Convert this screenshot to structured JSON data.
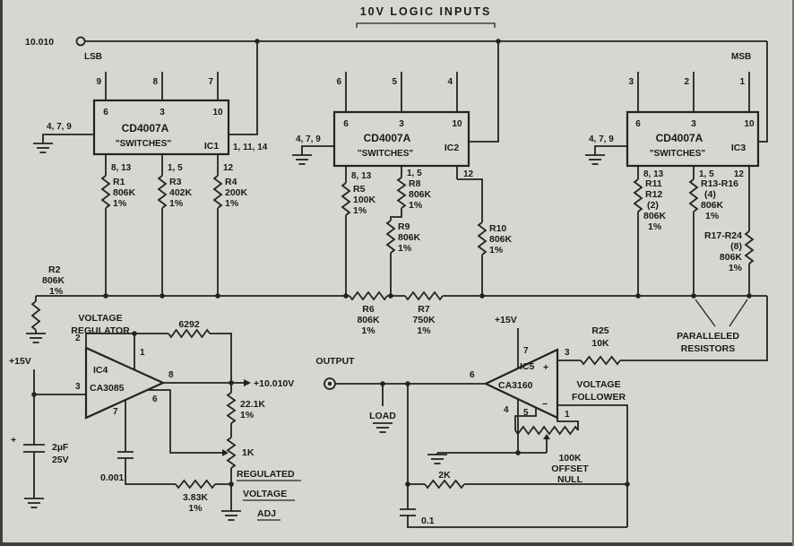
{
  "header": {
    "title": "10V LOGIC INPUTS",
    "ref_label": "10.010",
    "lsb": "LSB",
    "msb": "MSB"
  },
  "ic1": {
    "name": "IC1",
    "part": "CD4007A",
    "function": "\"SWITCHES\"",
    "top_pins": [
      "9",
      "8",
      "7"
    ],
    "inner_pins": [
      "6",
      "3",
      "10"
    ],
    "left_pins": "4, 7, 9",
    "right_pins": "1, 11, 14",
    "bottom_pins": [
      "8, 13",
      "1, 5",
      "12"
    ]
  },
  "ic2": {
    "name": "IC2",
    "part": "CD4007A",
    "function": "\"SWITCHES\"",
    "top_pins": [
      "6",
      "5",
      "4"
    ],
    "inner_pins": [
      "6",
      "3",
      "10"
    ],
    "left_pins": "4, 7, 9",
    "bottom_pins": [
      "8, 13",
      "1, 5",
      "12"
    ]
  },
  "ic3": {
    "name": "IC3",
    "part": "CD4007A",
    "function": "\"SWITCHES\"",
    "top_pins": [
      "3",
      "2",
      "1"
    ],
    "inner_pins": [
      "6",
      "3",
      "10"
    ],
    "left_pins": "4, 7, 9",
    "bottom_pins": [
      "8, 13",
      "1, 5",
      "12"
    ]
  },
  "resistors": {
    "r1": {
      "name": "R1",
      "value": "806K",
      "tol": "1%"
    },
    "r2": {
      "name": "R2",
      "value": "806K",
      "tol": "1%"
    },
    "r3": {
      "name": "R3",
      "value": "402K",
      "tol": "1%"
    },
    "r4": {
      "name": "R4",
      "value": "200K",
      "tol": "1%"
    },
    "r5": {
      "name": "R5",
      "value": "100K",
      "tol": "1%"
    },
    "r6": {
      "name": "R6",
      "value": "806K",
      "tol": "1%"
    },
    "r7": {
      "name": "R7",
      "value": "750K",
      "tol": "1%"
    },
    "r8": {
      "name": "R8",
      "value": "806K",
      "tol": "1%"
    },
    "r9": {
      "name": "R9",
      "value": "806K",
      "tol": "1%"
    },
    "r10": {
      "name": "R10",
      "value": "806K",
      "tol": "1%"
    },
    "r11_12": {
      "name": "R11",
      "name2": "R12",
      "count": "(2)",
      "value": "806K",
      "tol": "1%"
    },
    "r13_16": {
      "name": "R13-R16",
      "count": "(4)",
      "value": "806K",
      "tol": "1%"
    },
    "r17_24": {
      "name": "R17-R24",
      "count": "(8)",
      "value": "806K",
      "tol": "1%"
    },
    "r25": {
      "name": "R25",
      "value": "10K"
    },
    "r_6292": {
      "value": "6292"
    },
    "r_22k1": {
      "value": "22.1K",
      "tol": "1%"
    },
    "r_1k": {
      "value": "1K"
    },
    "r_3k83": {
      "value": "3.83K",
      "tol": "1%"
    },
    "r_2k": {
      "value": "2K"
    }
  },
  "capacitors": {
    "c_2uf": {
      "value": "2µF",
      "voltage": "25V",
      "polarity": "+"
    },
    "c_001": {
      "value": "0.001"
    },
    "c_01": {
      "value": "0.1"
    }
  },
  "regulator": {
    "label_1": "VOLTAGE",
    "label_2": "REGULATOR",
    "name": "IC4",
    "part": "CA3085",
    "vin": "+15V",
    "vout": "+10.010V",
    "pins": {
      "p1": "1",
      "p2": "2",
      "p3": "3",
      "p6": "6",
      "p7": "7",
      "p8": "8"
    },
    "adj_1": "REGULATED",
    "adj_2": "VOLTAGE",
    "adj_3": "ADJ"
  },
  "follower": {
    "name": "IC5",
    "part": "CA3160",
    "label_1": "VOLTAGE",
    "label_2": "FOLLOWER",
    "vcc": "+15V",
    "plus": "+",
    "minus": "−",
    "pins": {
      "p1": "1",
      "p3": "3",
      "p4": "4",
      "p5": "5",
      "p6": "6",
      "p7": "7"
    }
  },
  "output": {
    "label": "OUTPUT",
    "load": "LOAD"
  },
  "paralleled": {
    "line1": "PARALLELED",
    "line2": "RESISTORS"
  },
  "offset": {
    "value": "100K",
    "line1": "OFFSET",
    "line2": "NULL"
  }
}
